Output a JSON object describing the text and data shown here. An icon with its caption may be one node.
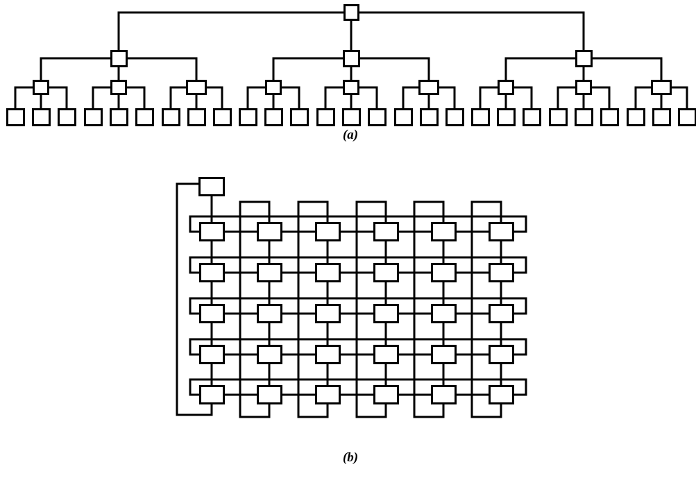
{
  "diagram": {
    "nodes": [
      {
        "text": [],
        "shape": "box"
      },
      {
        "text": [],
        "shape": "box"
      },
      {
        "text": [],
        "shape": "box"
      },
      {
        "text": [],
        "shape": "box"
      },
      {
        "text": [],
        "shape": "box"
      },
      {
        "text": [],
        "shape": "box"
      },
      {
        "text": [],
        "shape": "box"
      },
      {
        "text": [],
        "shape": "box"
      },
      {
        "text": [],
        "shape": "box"
      },
      {
        "text": [],
        "shape": "box"
      },
      {
        "text": [],
        "shape": "box"
      },
      {
        "text": [],
        "shape": "box"
      },
      {
        "text": [],
        "shape": "box"
      },
      {
        "text": [],
        "shape": "box"
      },
      {
        "text": [],
        "shape": "box"
      },
      {
        "text": [],
        "shape": "box"
      },
      {
        "text": [],
        "shape": "box"
      },
      {
        "text": [],
        "shape": "box"
      },
      {
        "text": [],
        "shape": "box"
      },
      {
        "text": [],
        "shape": "box"
      },
      {
        "text": [],
        "shape": "box"
      },
      {
        "text": [],
        "shape": "box"
      },
      {
        "text": [],
        "shape": "box"
      },
      {
        "text": [],
        "shape": "box"
      },
      {
        "text": [],
        "shape": "box"
      },
      {
        "text": [],
        "shape": "box"
      },
      {
        "text": [],
        "shape": "box"
      },
      {
        "text": [],
        "shape": "box"
      },
      {
        "text": [],
        "shape": "box"
      },
      {
        "text": [],
        "shape": "box"
      },
      {
        "text": [],
        "shape": "box"
      },
      {
        "text": [],
        "shape": "box"
      },
      {
        "text": [],
        "shape": "box"
      },
      {
        "text": [],
        "shape": "box"
      },
      {
        "text": [],
        "shape": "box"
      },
      {
        "text": [],
        "shape": "box"
      },
      {
        "text": [],
        "shape": "box"
      },
      {
        "text": [],
        "shape": "box"
      },
      {
        "text": [],
        "shape": "box"
      },
      {
        "text": [],
        "shape": "box"
      },
      {
        "text": [],
        "shape": "box"
      },
      {
        "text": [],
        "shape": "box"
      },
      {
        "text": [],
        "shape": "box"
      },
      {
        "text": [],
        "shape": "box"
      },
      {
        "text": [],
        "shape": "box"
      },
      {
        "text": [],
        "shape": "box"
      },
      {
        "text": [],
        "shape": "box"
      },
      {
        "text": [],
        "shape": "box"
      },
      {
        "text": [],
        "shape": "box"
      },
      {
        "text": [],
        "shape": "box"
      },
      {
        "text": [],
        "shape": "box"
      },
      {
        "text": [],
        "shape": "box"
      },
      {
        "text": [],
        "shape": "box"
      },
      {
        "text": [],
        "shape": "box"
      },
      {
        "text": [],
        "shape": "box"
      },
      {
        "text": [],
        "shape": "box"
      },
      {
        "text": [],
        "shape": "box"
      },
      {
        "text": [],
        "shape": "box"
      },
      {
        "text": [],
        "shape": "box"
      },
      {
        "text": [],
        "shape": "box"
      },
      {
        "text": [],
        "shape": "box"
      },
      {
        "text": [],
        "shape": "box"
      },
      {
        "text": [],
        "shape": "box"
      },
      {
        "text": [],
        "shape": "box"
      },
      {
        "text": [],
        "shape": "box"
      },
      {
        "text": [],
        "shape": "box"
      },
      {
        "text": [],
        "shape": "box"
      },
      {
        "text": [],
        "shape": "box"
      },
      {
        "text": [],
        "shape": "box"
      },
      {
        "text": [],
        "shape": "box"
      },
      {
        "text": [],
        "shape": "box"
      }
    ],
    "edges": [
      {
        "from": 0,
        "to": 1,
        "arrow": "none"
      },
      {
        "from": 0,
        "to": 2,
        "arrow": "none"
      },
      {
        "from": 0,
        "to": 3,
        "arrow": "none"
      },
      {
        "from": 1,
        "to": 4,
        "arrow": "none"
      },
      {
        "from": 1,
        "to": 5,
        "arrow": "none"
      },
      {
        "from": 1,
        "to": 6,
        "arrow": "none"
      },
      {
        "from": 2,
        "to": 7,
        "arrow": "none"
      },
      {
        "from": 2,
        "to": 8,
        "arrow": "none"
      },
      {
        "from": 2,
        "to": 9,
        "arrow": "none"
      },
      {
        "from": 3,
        "to": 10,
        "arrow": "none"
      },
      {
        "from": 3,
        "to": 11,
        "arrow": "none"
      },
      {
        "from": 3,
        "to": 12,
        "arrow": "none"
      },
      {
        "from": 4,
        "to": 13,
        "arrow": "none"
      },
      {
        "from": 4,
        "to": 14,
        "arrow": "none"
      },
      {
        "from": 4,
        "to": 15,
        "arrow": "none"
      },
      {
        "from": 5,
        "to": 16,
        "arrow": "none"
      },
      {
        "from": 5,
        "to": 17,
        "arrow": "none"
      },
      {
        "from": 5,
        "to": 18,
        "arrow": "none"
      },
      {
        "from": 6,
        "to": 19,
        "arrow": "none"
      },
      {
        "from": 6,
        "to": 20,
        "arrow": "none"
      },
      {
        "from": 6,
        "to": 21,
        "arrow": "none"
      },
      {
        "from": 7,
        "to": 22,
        "arrow": "none"
      },
      {
        "from": 7,
        "to": 23,
        "arrow": "none"
      },
      {
        "from": 7,
        "to": 24,
        "arrow": "none"
      },
      {
        "from": 8,
        "to": 25,
        "arrow": "none"
      },
      {
        "from": 8,
        "to": 26,
        "arrow": "none"
      },
      {
        "from": 8,
        "to": 27,
        "arrow": "none"
      },
      {
        "from": 9,
        "to": 28,
        "arrow": "none"
      },
      {
        "from": 9,
        "to": 29,
        "arrow": "none"
      },
      {
        "from": 9,
        "to": 30,
        "arrow": "none"
      },
      {
        "from": 10,
        "to": 31,
        "arrow": "none"
      },
      {
        "from": 10,
        "to": 32,
        "arrow": "none"
      },
      {
        "from": 10,
        "to": 33,
        "arrow": "none"
      },
      {
        "from": 11,
        "to": 34,
        "arrow": "none"
      },
      {
        "from": 11,
        "to": 35,
        "arrow": "none"
      },
      {
        "from": 11,
        "to": 36,
        "arrow": "none"
      },
      {
        "from": 12,
        "to": 37,
        "arrow": "none"
      },
      {
        "from": 12,
        "to": 38,
        "arrow": "none"
      },
      {
        "from": 12,
        "to": 39,
        "arrow": "none"
      },
      {
        "from": 40,
        "to": 41,
        "arrow": "none"
      },
      {
        "from": 40,
        "to": 65,
        "arrow": "none"
      },
      {
        "from": 41,
        "to": 42,
        "arrow": "none"
      },
      {
        "from": 42,
        "to": 43,
        "arrow": "none"
      },
      {
        "from": 43,
        "to": 44,
        "arrow": "none"
      },
      {
        "from": 44,
        "to": 45,
        "arrow": "none"
      },
      {
        "from": 45,
        "to": 46,
        "arrow": "none"
      },
      {
        "from": 41,
        "to": 46,
        "arrow": "none"
      },
      {
        "from": 47,
        "to": 48,
        "arrow": "none"
      },
      {
        "from": 48,
        "to": 49,
        "arrow": "none"
      },
      {
        "from": 49,
        "to": 50,
        "arrow": "none"
      },
      {
        "from": 50,
        "to": 51,
        "arrow": "none"
      },
      {
        "from": 51,
        "to": 52,
        "arrow": "none"
      },
      {
        "from": 47,
        "to": 52,
        "arrow": "none"
      },
      {
        "from": 53,
        "to": 54,
        "arrow": "none"
      },
      {
        "from": 54,
        "to": 55,
        "arrow": "none"
      },
      {
        "from": 55,
        "to": 56,
        "arrow": "none"
      },
      {
        "from": 56,
        "to": 57,
        "arrow": "none"
      },
      {
        "from": 57,
        "to": 58,
        "arrow": "none"
      },
      {
        "from": 53,
        "to": 58,
        "arrow": "none"
      },
      {
        "from": 59,
        "to": 60,
        "arrow": "none"
      },
      {
        "from": 60,
        "to": 61,
        "arrow": "none"
      },
      {
        "from": 61,
        "to": 62,
        "arrow": "none"
      },
      {
        "from": 62,
        "to": 63,
        "arrow": "none"
      },
      {
        "from": 63,
        "to": 64,
        "arrow": "none"
      },
      {
        "from": 59,
        "to": 64,
        "arrow": "none"
      },
      {
        "from": 65,
        "to": 66,
        "arrow": "none"
      },
      {
        "from": 66,
        "to": 67,
        "arrow": "none"
      },
      {
        "from": 67,
        "to": 68,
        "arrow": "none"
      },
      {
        "from": 68,
        "to": 69,
        "arrow": "none"
      },
      {
        "from": 69,
        "to": 70,
        "arrow": "none"
      },
      {
        "from": 65,
        "to": 70,
        "arrow": "none"
      },
      {
        "from": 41,
        "to": 47,
        "arrow": "none"
      },
      {
        "from": 42,
        "to": 48,
        "arrow": "none"
      },
      {
        "from": 43,
        "to": 49,
        "arrow": "none"
      },
      {
        "from": 44,
        "to": 50,
        "arrow": "none"
      },
      {
        "from": 45,
        "to": 51,
        "arrow": "none"
      },
      {
        "from": 46,
        "to": 52,
        "arrow": "none"
      },
      {
        "from": 47,
        "to": 53,
        "arrow": "none"
      },
      {
        "from": 48,
        "to": 54,
        "arrow": "none"
      },
      {
        "from": 49,
        "to": 55,
        "arrow": "none"
      },
      {
        "from": 50,
        "to": 56,
        "arrow": "none"
      },
      {
        "from": 51,
        "to": 57,
        "arrow": "none"
      },
      {
        "from": 52,
        "to": 58,
        "arrow": "none"
      },
      {
        "from": 53,
        "to": 59,
        "arrow": "none"
      },
      {
        "from": 54,
        "to": 60,
        "arrow": "none"
      },
      {
        "from": 55,
        "to": 61,
        "arrow": "none"
      },
      {
        "from": 56,
        "to": 62,
        "arrow": "none"
      },
      {
        "from": 57,
        "to": 63,
        "arrow": "none"
      },
      {
        "from": 58,
        "to": 64,
        "arrow": "none"
      },
      {
        "from": 59,
        "to": 65,
        "arrow": "none"
      },
      {
        "from": 60,
        "to": 66,
        "arrow": "none"
      },
      {
        "from": 61,
        "to": 67,
        "arrow": "none"
      },
      {
        "from": 62,
        "to": 68,
        "arrow": "none"
      },
      {
        "from": 63,
        "to": 69,
        "arrow": "none"
      },
      {
        "from": 64,
        "to": 70,
        "arrow": "none"
      },
      {
        "from": 42,
        "to": 66,
        "arrow": "none"
      },
      {
        "from": 43,
        "to": 67,
        "arrow": "none"
      },
      {
        "from": 44,
        "to": 68,
        "arrow": "none"
      },
      {
        "from": 45,
        "to": 69,
        "arrow": "none"
      },
      {
        "from": 46,
        "to": 70,
        "arrow": "none"
      }
    ],
    "labels": [
      "(a)",
      "(b)"
    ]
  }
}
